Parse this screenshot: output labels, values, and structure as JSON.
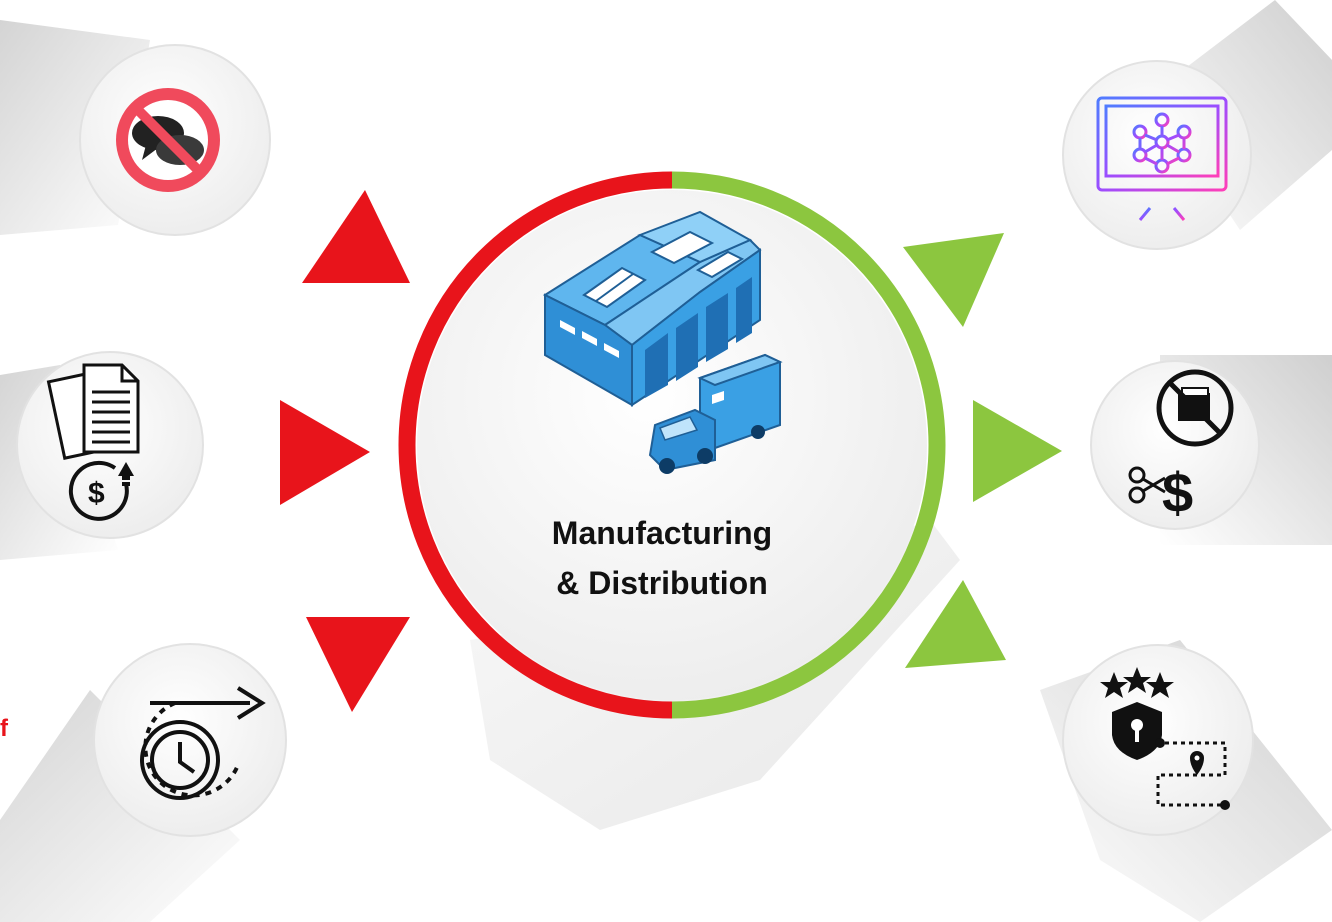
{
  "center": {
    "title_line1": "Manufacturing",
    "title_line2": "& Distribution",
    "icon": "warehouse-truck-icon"
  },
  "left_items": [
    {
      "icon": "no-communication-icon"
    },
    {
      "icon": "documents-rising-cost-icon"
    },
    {
      "icon": "fast-time-icon"
    }
  ],
  "right_items": [
    {
      "icon": "network-monitor-icon"
    },
    {
      "icon": "no-paper-cost-cut-icon"
    },
    {
      "icon": "security-tracking-icon"
    }
  ],
  "clipped_text": "f",
  "colors": {
    "problem": "#e8141b",
    "benefit": "#8cc63f"
  }
}
